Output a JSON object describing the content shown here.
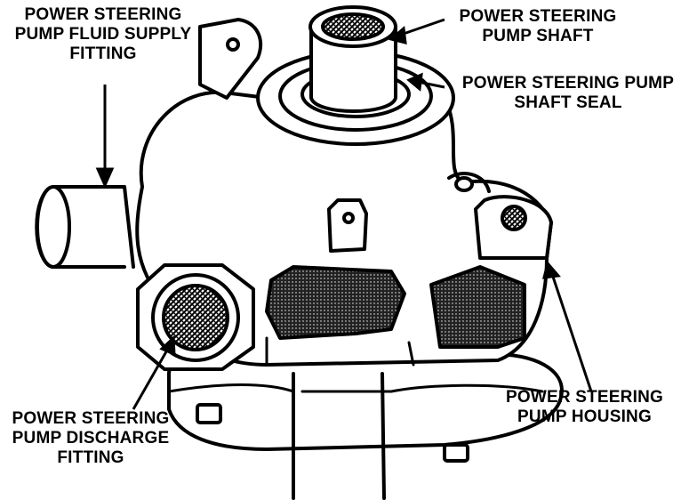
{
  "callouts": {
    "fluid_supply": {
      "lines": [
        "POWER STEERING",
        "PUMP FLUID SUPPLY",
        "FITTING"
      ]
    },
    "shaft": {
      "lines": [
        "POWER STEERING",
        "PUMP SHAFT"
      ]
    },
    "shaft_seal": {
      "lines": [
        "POWER STEERING PUMP",
        "SHAFT SEAL"
      ]
    },
    "housing": {
      "lines": [
        "POWER STEERING",
        "PUMP HOUSING"
      ]
    },
    "discharge": {
      "lines": [
        "POWER STEERING",
        "PUMP DISCHARGE",
        "FITTING"
      ]
    }
  }
}
